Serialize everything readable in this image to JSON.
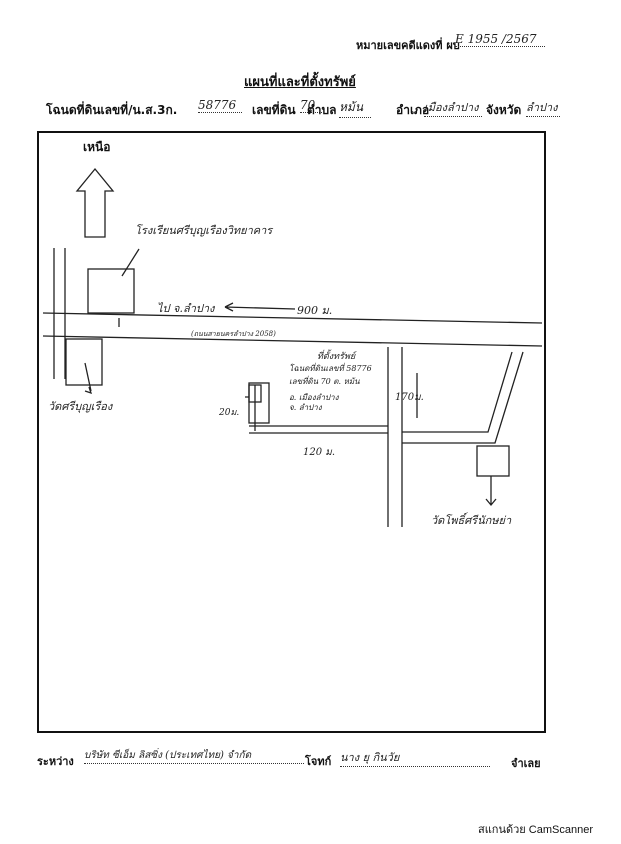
{
  "header": {
    "case_label": "หมายเลขคดีแดงที่ ผบ",
    "case_number": "E 1955 /2567",
    "title": "แผนที่และที่ตั้งทรัพย์"
  },
  "deed_row": {
    "deed_label": "โฉนดที่ดินเลขที่/น.ส.3ก.",
    "deed_value": "58776",
    "land_no_label": "เลขที่ดิน",
    "land_no_value": "70",
    "subdistrict_label": "ตำบล",
    "subdistrict_value": "หม้น",
    "district_label": "อำเภอ",
    "district_value": "เมืองลำปาง",
    "province_label": "จังหวัด",
    "province_value": "ลำปาง"
  },
  "map": {
    "north_label": "เหนือ",
    "school_label": "โรงเรียนศรีบุญเรืองวิทยาคาร",
    "road_label": "ไป จ.ลำปาง",
    "road_distance": "900 ม.",
    "road_note": "(ถนนสายนครลำปาง 2058)",
    "temple_left_label": "วัดศรีบุญเรือง",
    "property_title": "ที่ตั้งทรัพย์",
    "property_line1": "โฉนดที่ดินเลขที่ 58776",
    "property_line2": "เลขที่ดิน 70 ต. หม้น",
    "property_line3": "อ. เมืองลำปาง",
    "property_line4": "จ. ลำปาง",
    "side_width": "20ม.",
    "dist_vertical": "170ม.",
    "dist_horizontal": "120 ม.",
    "temple_right_label": "วัดโพธิ์ศรีนักษย่า"
  },
  "footer": {
    "between_label": "ระหว่าง",
    "plaintiff": "บริษัท ซีเอ็ม ลิสซิ่ง (ประเทศไทย) จำกัด",
    "plaintiff_role": "โจทก์",
    "defendant": "นาง ยุ กินวัย",
    "defendant_role": "จำเลย"
  },
  "watermark": "สแกนด้วย CamScanner"
}
